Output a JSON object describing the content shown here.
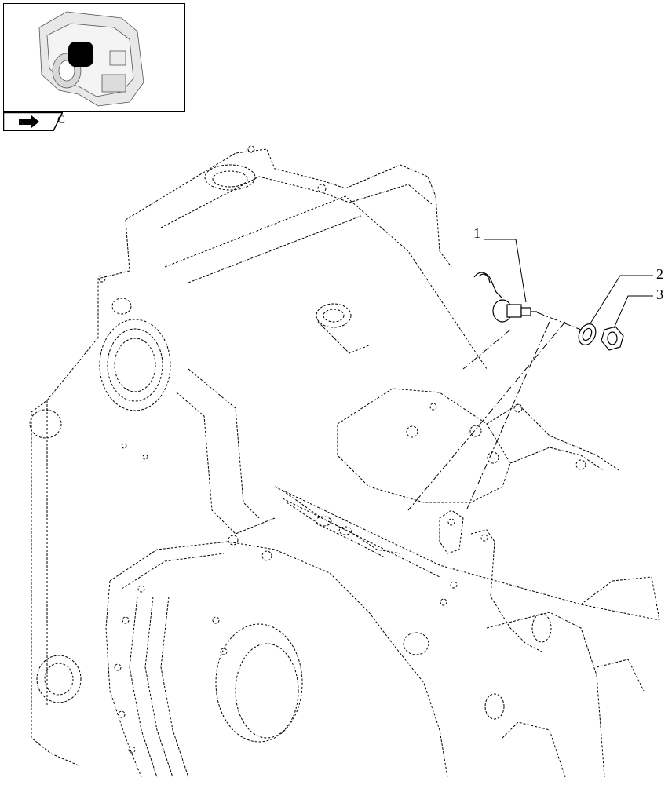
{
  "navigation": {
    "section_letter": "C",
    "arrow_icon": "navigation-arrow-icon"
  },
  "thumbnail": {
    "marker_color": "#000000",
    "description_icon": "transmission-housing-thumbnail"
  },
  "callouts": [
    {
      "number": "1",
      "part": "sensor"
    },
    {
      "number": "2",
      "part": "washer"
    },
    {
      "number": "3",
      "part": "nut"
    }
  ],
  "colors": {
    "line": "#000000",
    "background": "#ffffff"
  }
}
